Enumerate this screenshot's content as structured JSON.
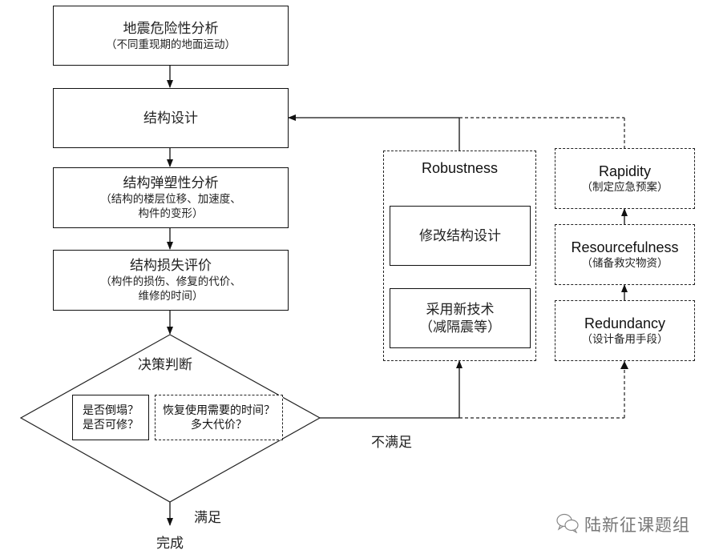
{
  "flow": {
    "step1": {
      "title": "地震危险性分析",
      "sub": "（不同重现期的地面运动）"
    },
    "step2": {
      "title": "结构设计"
    },
    "step3": {
      "title": "结构弹塑性分析",
      "sub1": "（结构的楼层位移、加速度、",
      "sub2": "构件的变形）"
    },
    "step4": {
      "title": "结构损失评价",
      "sub1": "（构件的损伤、修复的代价、",
      "sub2": "维修的时间）"
    },
    "decision": {
      "title": "决策判断",
      "q_solid": [
        "是否倒塌？",
        "是否可修？"
      ],
      "q_dashed": [
        "恢复使用需要的时间？",
        "多大代价？"
      ]
    },
    "yes_label": "满足",
    "no_label": "不满足",
    "done_label": "完成"
  },
  "robustness": {
    "title": "Robustness",
    "option1": "修改结构设计",
    "option2_title": "采用新技术",
    "option2_sub": "（减隔震等）"
  },
  "resilience_chain": {
    "rapidity": {
      "title": "Rapidity",
      "sub": "（制定应急预案）"
    },
    "resourcefulness": {
      "title": "Resourcefulness",
      "sub": "（储备救灾物资）"
    },
    "redundancy": {
      "title": "Redundancy",
      "sub": "（设计备用手段）"
    }
  },
  "watermark": {
    "icon": "wechat-icon",
    "text": "陆新征课题组"
  }
}
